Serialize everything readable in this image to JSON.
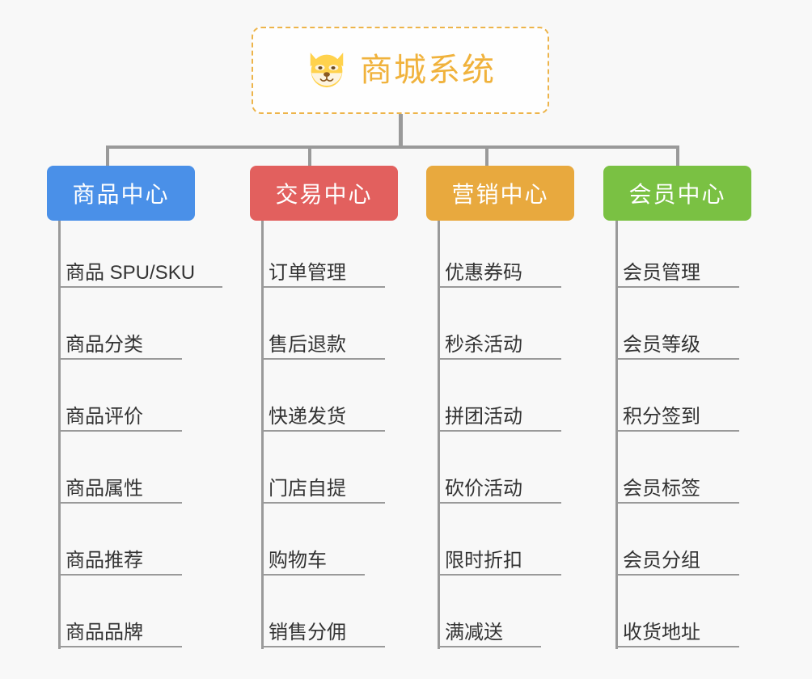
{
  "root": {
    "title": "商城系统",
    "icon": "dog-face-icon",
    "border_color": "#edb44a",
    "text_color": "#f0b23c"
  },
  "background_color": "#f8f8f8",
  "connector_color": "#9a9a9a",
  "columns": [
    {
      "id": "product-center",
      "label": "商品中心",
      "color": "#4a90e8",
      "items": [
        "商品 SPU/SKU",
        "商品分类",
        "商品评价",
        "商品属性",
        "商品推荐",
        "商品品牌"
      ]
    },
    {
      "id": "trade-center",
      "label": "交易中心",
      "color": "#e2605e",
      "items": [
        "订单管理",
        "售后退款",
        "快递发货",
        "门店自提",
        "购物车",
        "销售分佣"
      ]
    },
    {
      "id": "marketing-center",
      "label": "营销中心",
      "color": "#e8a93e",
      "items": [
        "优惠券码",
        "秒杀活动",
        "拼团活动",
        "砍价活动",
        "限时折扣",
        "满减送"
      ]
    },
    {
      "id": "member-center",
      "label": "会员中心",
      "color": "#7ac143",
      "items": [
        "会员管理",
        "会员等级",
        "积分签到",
        "会员标签",
        "会员分组",
        "收货地址"
      ]
    }
  ]
}
